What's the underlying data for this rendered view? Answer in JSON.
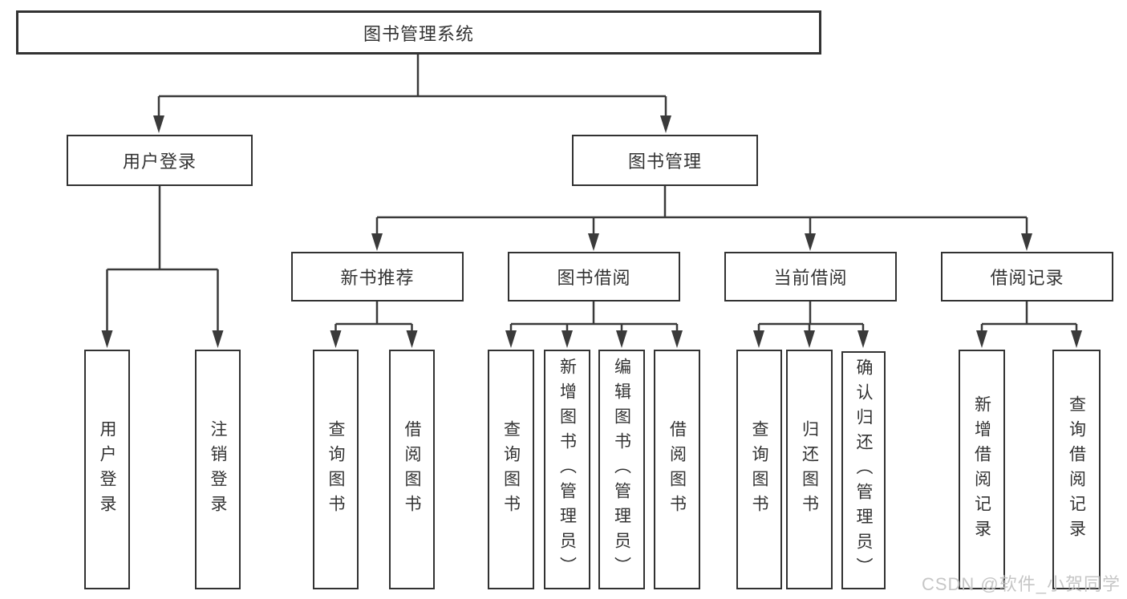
{
  "diagram": {
    "root": {
      "label": "图书管理系统"
    },
    "level2": [
      {
        "label": "用户登录",
        "leaves": [
          "用户登录",
          "注销登录"
        ]
      },
      {
        "label": "图书管理"
      }
    ],
    "level3": [
      {
        "label": "新书推荐",
        "leaves": [
          "查询图书",
          "借阅图书"
        ]
      },
      {
        "label": "图书借阅",
        "leaves": [
          "查询图书",
          "新增图书（管理员）",
          "编辑图书（管理员）",
          "借阅图书"
        ]
      },
      {
        "label": "当前借阅",
        "leaves": [
          "查询图书",
          "归还图书",
          "确认归还（管理员）"
        ]
      },
      {
        "label": "借阅记录",
        "leaves": [
          "新增借阅记录",
          "查询借阅记录"
        ]
      }
    ]
  },
  "watermark": "CSDN @软件_小贺同学",
  "colors": {
    "line": "#3a3a3a",
    "border": "#323232",
    "text": "#333333",
    "watermark": "#c2c2c2",
    "background": "#ffffff"
  }
}
